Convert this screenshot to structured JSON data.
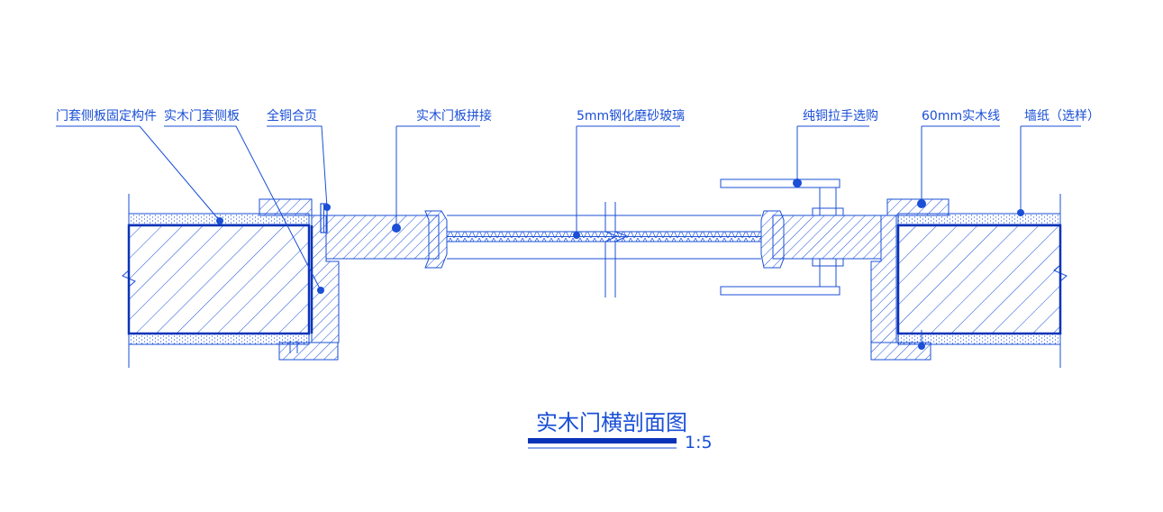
{
  "labels": {
    "frame_fixing": "门套侧板固定构件",
    "frame_side_panel": "实木门套侧板",
    "copper_hinge": "全铜合页",
    "door_panel_joint": "实木门板拼接",
    "glass": "5mm钢化磨砂玻璃",
    "handle": "纯铜拉手选购",
    "trim": "60mm实木线",
    "wallpaper": "墙纸（选样）"
  },
  "title": "实木门横剖面图",
  "scale": "1:5",
  "colors": {
    "line": "#1a4fd6",
    "bold": "#0a33b8",
    "background": "#ffffff"
  }
}
